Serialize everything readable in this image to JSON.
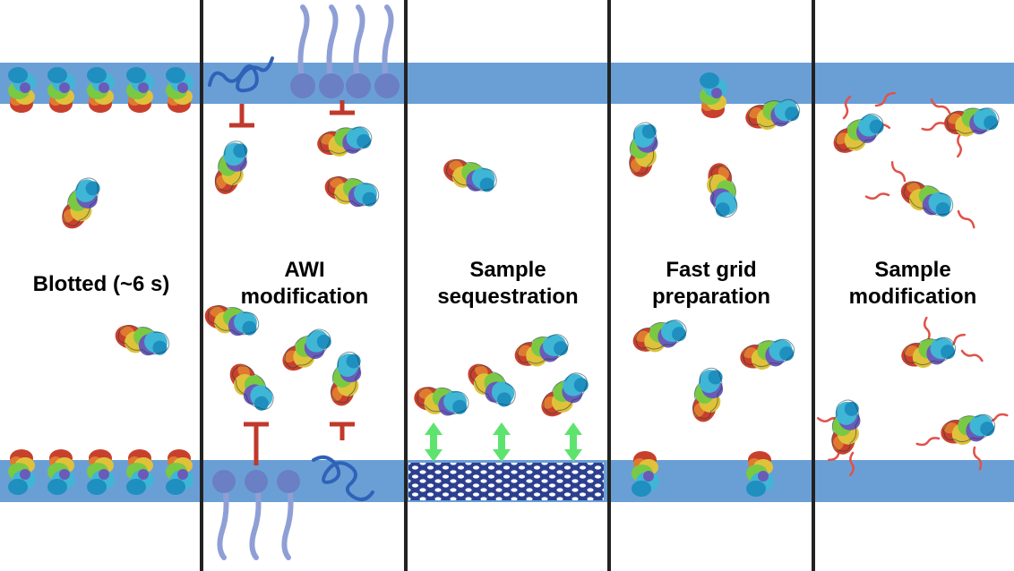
{
  "colors": {
    "interface_band": "#6a9fd6",
    "divider": "#222222",
    "inhibitor": "#c0392b",
    "surfactant": "#6b7fc4",
    "polymer": "#2f63b8",
    "modifier": "#e0524a",
    "arrow": "#5fe36f",
    "protein_palette": [
      "#1f8fbf",
      "#3fb6d6",
      "#7ac943",
      "#e0c23a",
      "#e07a30",
      "#c8402d",
      "#6b5bb8"
    ]
  },
  "panels": [
    {
      "id": "blotted",
      "label": "Blotted (~6 s)"
    },
    {
      "id": "awi",
      "label": "AWI\nmodification"
    },
    {
      "id": "sequestration",
      "label": "Sample\nsequestration"
    },
    {
      "id": "fast",
      "label": "Fast grid\npreparation"
    },
    {
      "id": "sample-mod",
      "label": "Sample\nmodification"
    }
  ],
  "icons": [
    "protein-icon",
    "surfactant-icon",
    "polymer-icon",
    "inhibitor-icon",
    "support-film-icon",
    "double-arrow-icon",
    "modifier-chain-icon"
  ]
}
